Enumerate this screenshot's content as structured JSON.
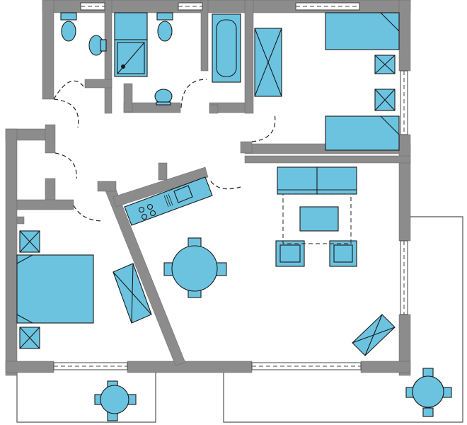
{
  "floor_plan": {
    "colors": {
      "wall": "#8c8c8c",
      "furniture": "#6cc3e0",
      "outline": "#1a1a1a",
      "floor": "#ffffff"
    },
    "rooms": [
      "bathroom-wc",
      "bathroom-shower",
      "bathroom-bath",
      "bedroom-twin",
      "hallway",
      "storage",
      "kitchenette",
      "bedroom-double",
      "living-room",
      "balcony-left",
      "balcony-right"
    ],
    "furniture": [
      "toilet",
      "bidet",
      "shower-tray",
      "sink",
      "bathtub",
      "wardrobe",
      "single-bed",
      "nightstand",
      "double-bed",
      "kitchen-counter",
      "stove",
      "kitchen-sink",
      "sofa",
      "coffee-table",
      "armchair",
      "dining-table",
      "chair",
      "cabinet",
      "patio-table"
    ]
  }
}
